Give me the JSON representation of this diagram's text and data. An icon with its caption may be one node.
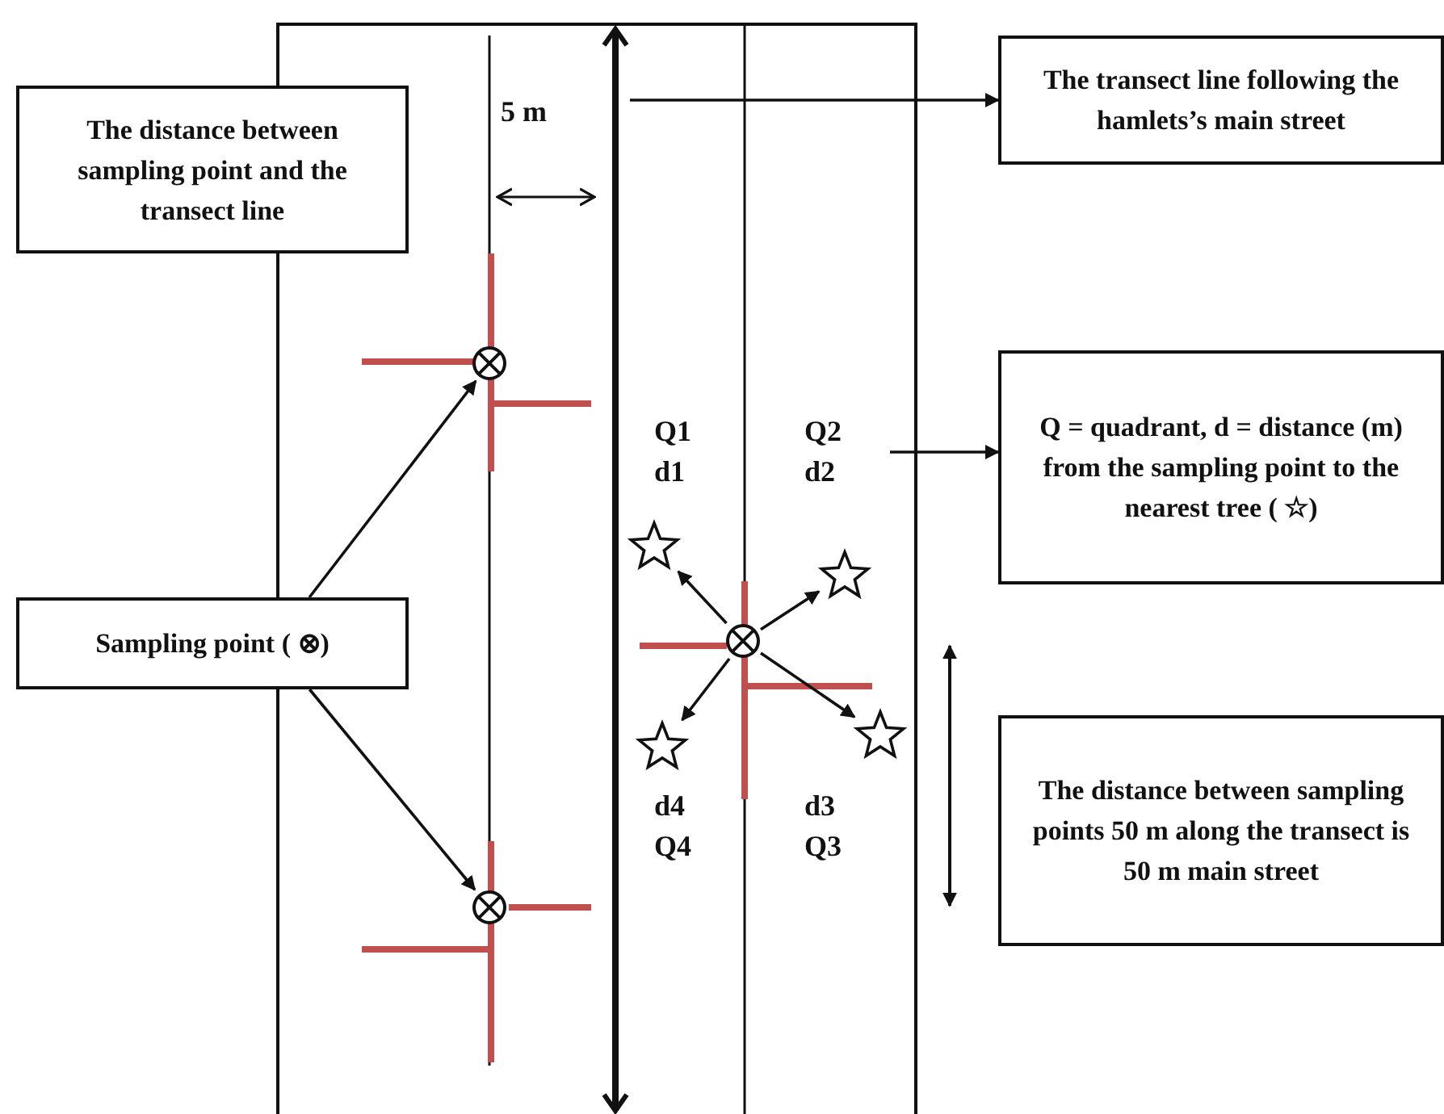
{
  "diagram": {
    "nodes": [
      {
        "text": [
          "The transect line following the hamlets’s main street"
        ]
      },
      {
        "text": [
          "The distance between sampling point and the transect line"
        ]
      },
      {
        "text": [],
        "shape": "line"
      },
      {
        "text": [],
        "shape": "circle"
      },
      {
        "text": [
          "Q = quadrant, d = distance (m) from the sampling point to the nearest tree ( ☆)"
        ]
      },
      {
        "text": [],
        "shape": "star"
      },
      {
        "text": [],
        "shape": "star"
      },
      {
        "text": [
          "Sampling point ( ⊗)"
        ]
      },
      {
        "text": [],
        "shape": "circle"
      },
      {
        "text": [],
        "shape": "star"
      },
      {
        "text": [],
        "shape": "star"
      },
      {
        "text": [
          "The distance between sampling points 50 m along the transect is 50 m main street"
        ]
      },
      {
        "text": [],
        "shape": "circle"
      }
    ],
    "edges": [
      {
        "from": 2,
        "to": 0,
        "arrow": "to"
      },
      {
        "from": 7,
        "to": 3,
        "arrow": "to"
      },
      {
        "from": null,
        "to": 4,
        "arrow": "to"
      },
      {
        "from": 8,
        "to": 5,
        "arrow": "to"
      },
      {
        "from": 8,
        "to": 6,
        "arrow": "to"
      },
      {
        "from": 8,
        "to": 9,
        "arrow": "to"
      },
      {
        "from": 8,
        "to": 10,
        "arrow": "to"
      },
      {
        "from": 7,
        "to": 12,
        "arrow": "to"
      }
    ],
    "labels": [
      "5 m",
      "Q1",
      "d1",
      "Q2",
      "d2",
      "d4",
      "Q4",
      "d3",
      "Q3"
    ]
  }
}
